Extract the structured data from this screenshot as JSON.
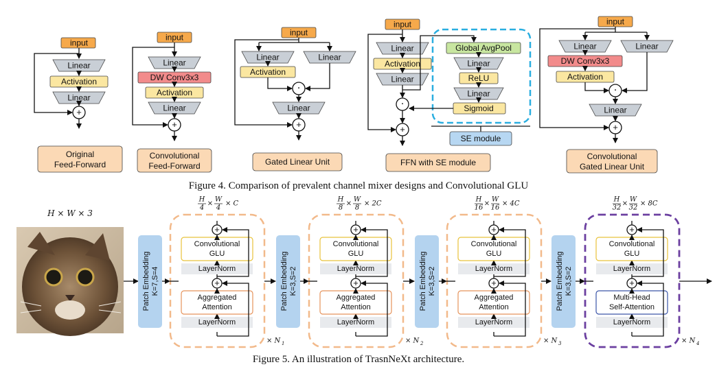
{
  "fig4": {
    "caption": "Figure 4. Comparison of prevalent channel mixer designs and Convolutional GLU",
    "input": "input",
    "linear": "Linear",
    "activation": "Activation",
    "dwconv": "DW Conv3x3",
    "global_avgpool": "Global AvgPool",
    "relu": "ReLU",
    "sigmoid": "Sigmoid",
    "se_module": "SE module",
    "plus": "+",
    "dot": "·",
    "labels": {
      "original_1": "Original",
      "original_2": "Feed-Forward",
      "conv_ff_1": "Convolutional",
      "conv_ff_2": "Feed-Forward",
      "glu": "Gated Linear Unit",
      "ffn_se": "FFN with SE module",
      "conv_glu_1": "Convolutional",
      "conv_glu_2": "Gated Linear Unit"
    }
  },
  "fig5": {
    "caption": "Figure 5. An illustration of TrasnNeXt architecture.",
    "input_dims": "H × W × 3",
    "patch_embedding": "Patch Embedding",
    "patch_params": [
      "K=7,S=4",
      "K=3,S=2",
      "K=3,S=2",
      "K=3,S=2"
    ],
    "stage_dims": [
      {
        "h": "H",
        "hd": "4",
        "w": "W",
        "wd": "4",
        "c": "× C"
      },
      {
        "h": "H",
        "hd": "8",
        "w": "W",
        "wd": "8",
        "c": "× 2C"
      },
      {
        "h": "H",
        "hd": "16",
        "w": "W",
        "wd": "16",
        "c": "× 4C"
      },
      {
        "h": "H",
        "hd": "32",
        "w": "W",
        "wd": "32",
        "c": "× 8C"
      }
    ],
    "conv_glu_1": "Convolutional",
    "conv_glu_2": "GLU",
    "layernorm": "LayerNorm",
    "agg_attn_1": "Aggregated",
    "agg_attn_2": "Attention",
    "mhsa_1": "Multi-Head",
    "mhsa_2": "Self-Attention",
    "repeat": [
      "× N",
      "× N",
      "× N",
      "× N"
    ],
    "repeat_sub": [
      "1",
      "2",
      "3",
      "4"
    ],
    "times": "×",
    "plus": "+"
  },
  "colors": {
    "input_fill": "#f6a94b",
    "linear_fill": "#c9cfd6",
    "activation_fill": "#fbe7a1",
    "dwconv_fill": "#f28b8b",
    "avgpool_fill": "#c8e6a0",
    "label_fill": "#fbd9b5",
    "se_label_fill": "#b7d7f2",
    "se_border": "#2aaee0",
    "patch_fill": "#b4d3ef",
    "stage_border": "#f2b98a",
    "last_stage_border": "#6b3fa0",
    "block_border_yellow": "#e8c23a",
    "block_border_orange": "#e5925a",
    "block_border_blue": "#3a55a8",
    "layernorm_fill": "#e8eaed"
  }
}
